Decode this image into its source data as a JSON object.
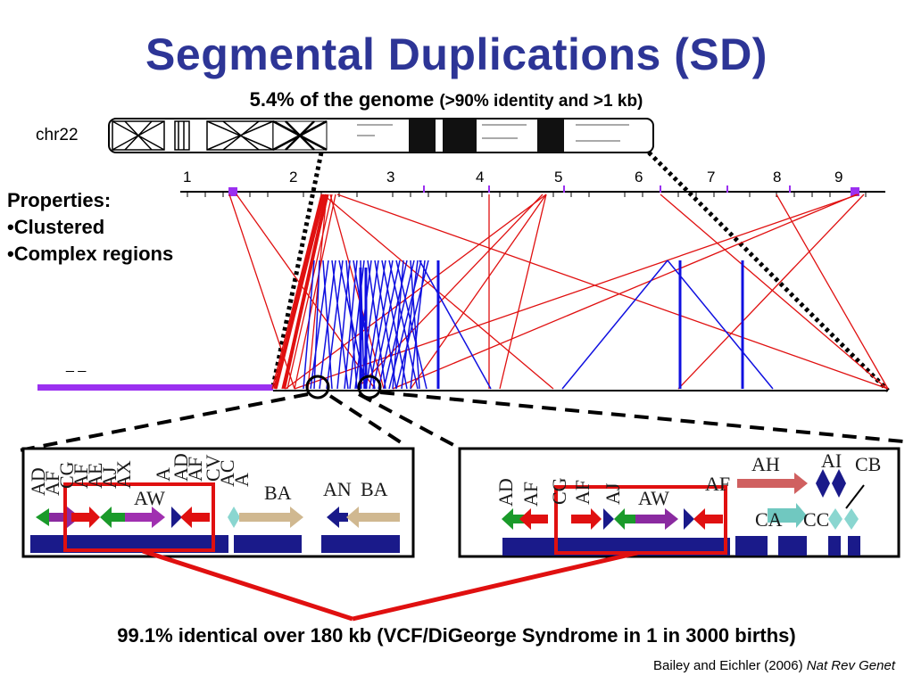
{
  "title": "Segmental Duplications (SD)",
  "subtitle_main": "5.4% of the genome ",
  "subtitle_paren": "(>90% identity and >1 kb)",
  "chromosome_label": "chr22",
  "properties": {
    "heading": "Properties:",
    "items": [
      "•Clustered",
      "•Complex regions"
    ]
  },
  "ruler_labels": [
    "1",
    "2",
    "3",
    "4",
    "5",
    "6",
    "7",
    "8",
    "9"
  ],
  "left_inset_labels": [
    "AD",
    "AF",
    "CG",
    "AF",
    "AE",
    "AJ",
    "AX",
    "AW",
    "A",
    "AD",
    "AF",
    "CV",
    "AC",
    "A",
    "BA",
    "AN",
    "BA"
  ],
  "right_inset_labels": [
    "AD",
    "AF",
    "CG",
    "AF",
    "AJ",
    "AW",
    "AF",
    "AH",
    "AI",
    "CB",
    "CA",
    "CC"
  ],
  "caption": "99.1% identical over 180 kb  (VCF/DiGeorge Syndrome in 1 in 3000 births)",
  "citation": "Bailey and Eichler (2006) ",
  "citation_journal": "Nat Rev Genet",
  "colors": {
    "title": "#2d3596",
    "intrachromosomal_link": "#e01010",
    "interchromosomal_link": "#1010e0",
    "baseline_purple": "#9b30f0",
    "highlight_box": "#e01010"
  }
}
